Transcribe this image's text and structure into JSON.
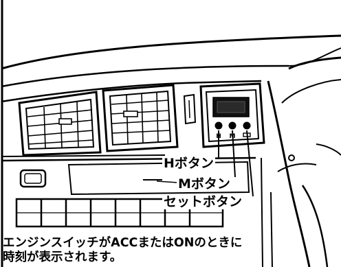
{
  "diagram": {
    "callouts": {
      "h_button": "Hボタン",
      "m_button": "Mボタン",
      "set_button": "セットボタン"
    },
    "button_marks": {
      "h": "H",
      "m": "M"
    },
    "caption": {
      "line1": "エンジンスイッチがACCまたはONのときに",
      "line2": "時刻が表示されます。"
    }
  }
}
